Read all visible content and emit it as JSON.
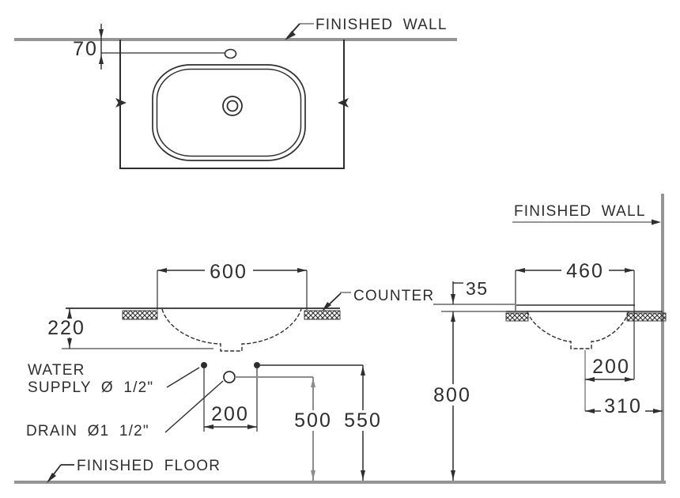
{
  "colors": {
    "ink": "#2e2e2e",
    "structure_gray": "#959595",
    "dim_gray": "#8d8d8d"
  },
  "top_view": {
    "finished_wall_label": "FINISHED WALL",
    "dim_faucet_to_wall": "70"
  },
  "front_view": {
    "dim_counter_opening_width": "600",
    "dim_basin_depth": "220",
    "counter_label": "COUNTER",
    "water_supply_label_line1": "WATER",
    "water_supply_label_line2": "SUPPLY Ø 1/2\"",
    "drain_label": "DRAIN Ø1 1/2\"",
    "dim_supply_spacing": "200",
    "dim_drain_height": "500",
    "dim_supply_height": "550",
    "finished_floor_label": "FINISHED FLOOR"
  },
  "side_view": {
    "finished_wall_label": "FINISHED WALL",
    "dim_basin_width": "460",
    "dim_rim_height": "35",
    "dim_counter_height": "800",
    "dim_drain_offset": "200",
    "dim_drain_to_wall": "310"
  }
}
